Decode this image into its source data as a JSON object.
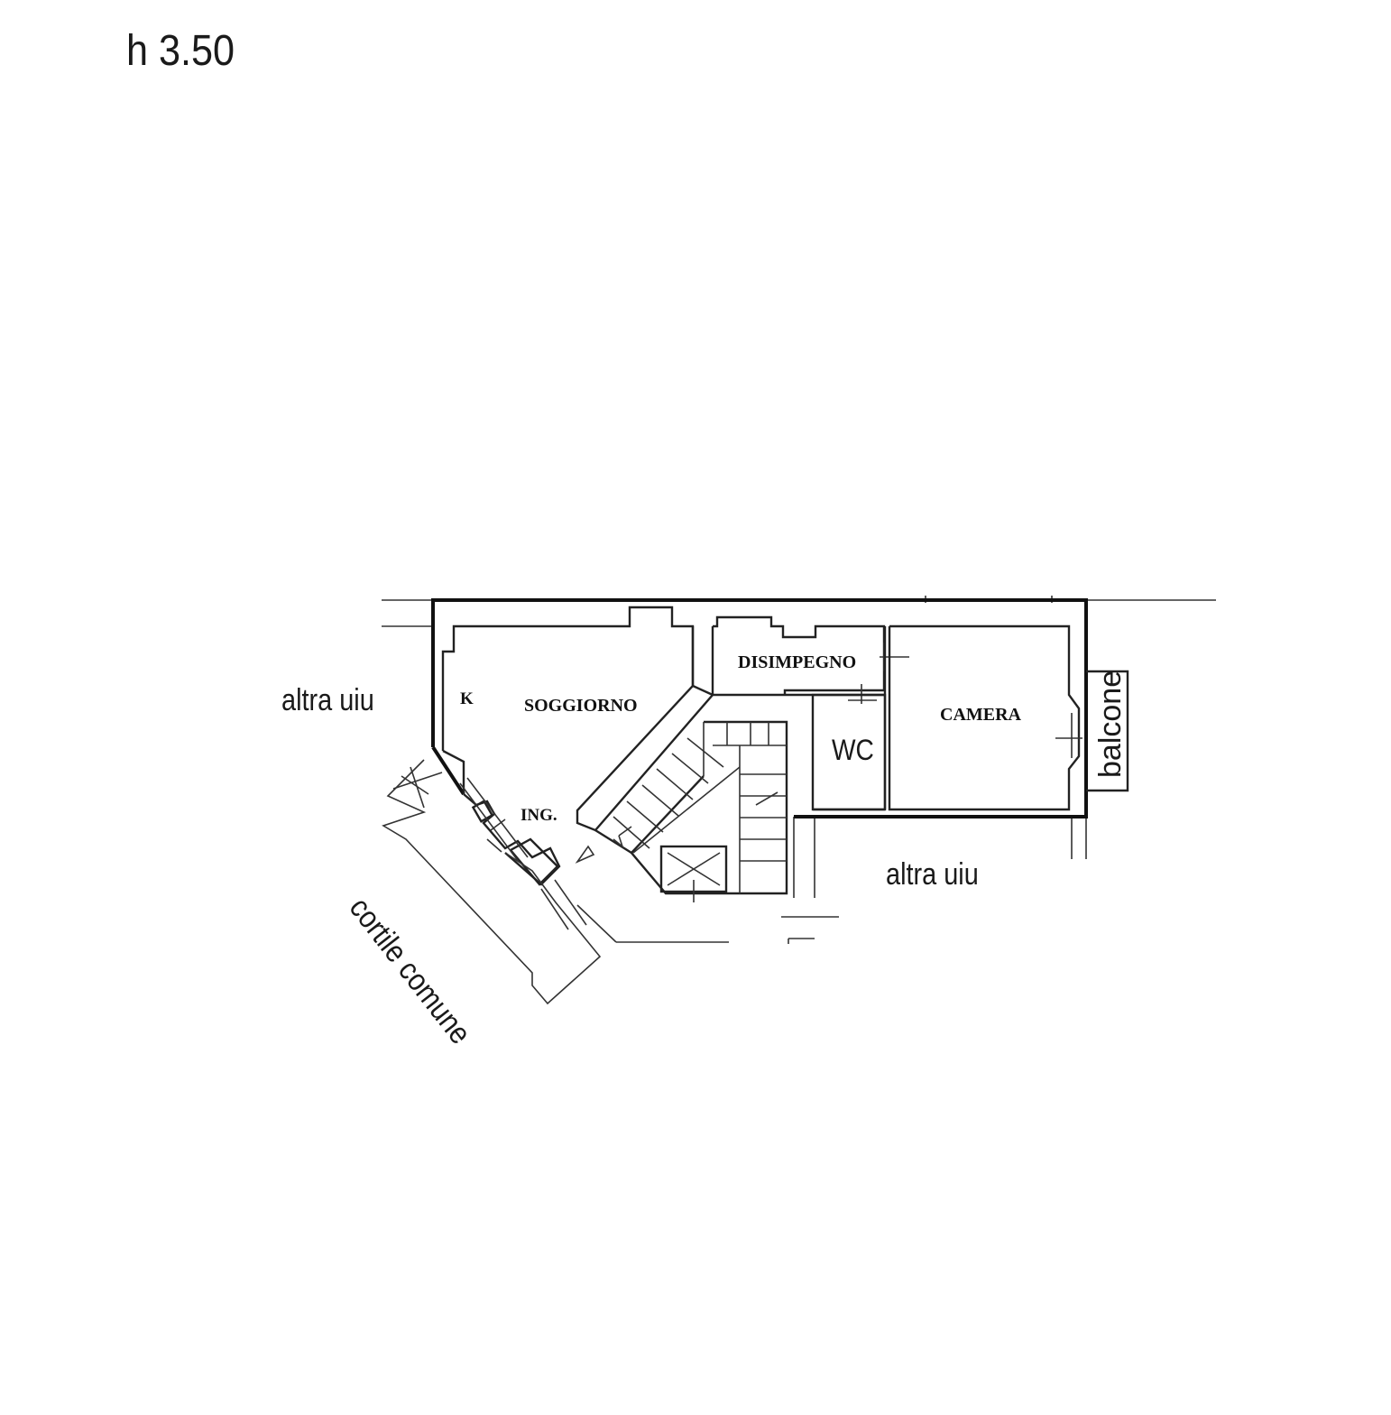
{
  "height_label": "h 3.50",
  "labels": {
    "altra_uiu_left": "altra uiu",
    "altra_uiu_bottom": "altra uiu",
    "cortile": "cortile comune",
    "balcone": "balcone",
    "wc": "WC"
  },
  "rooms": {
    "k": "K",
    "soggiorno": "SOGGIORNO",
    "ing": "ING.",
    "disimpegno": "DISIMPEGNO",
    "camera": "CAMERA"
  },
  "colors": {
    "line": "#111111",
    "background": "#ffffff"
  }
}
